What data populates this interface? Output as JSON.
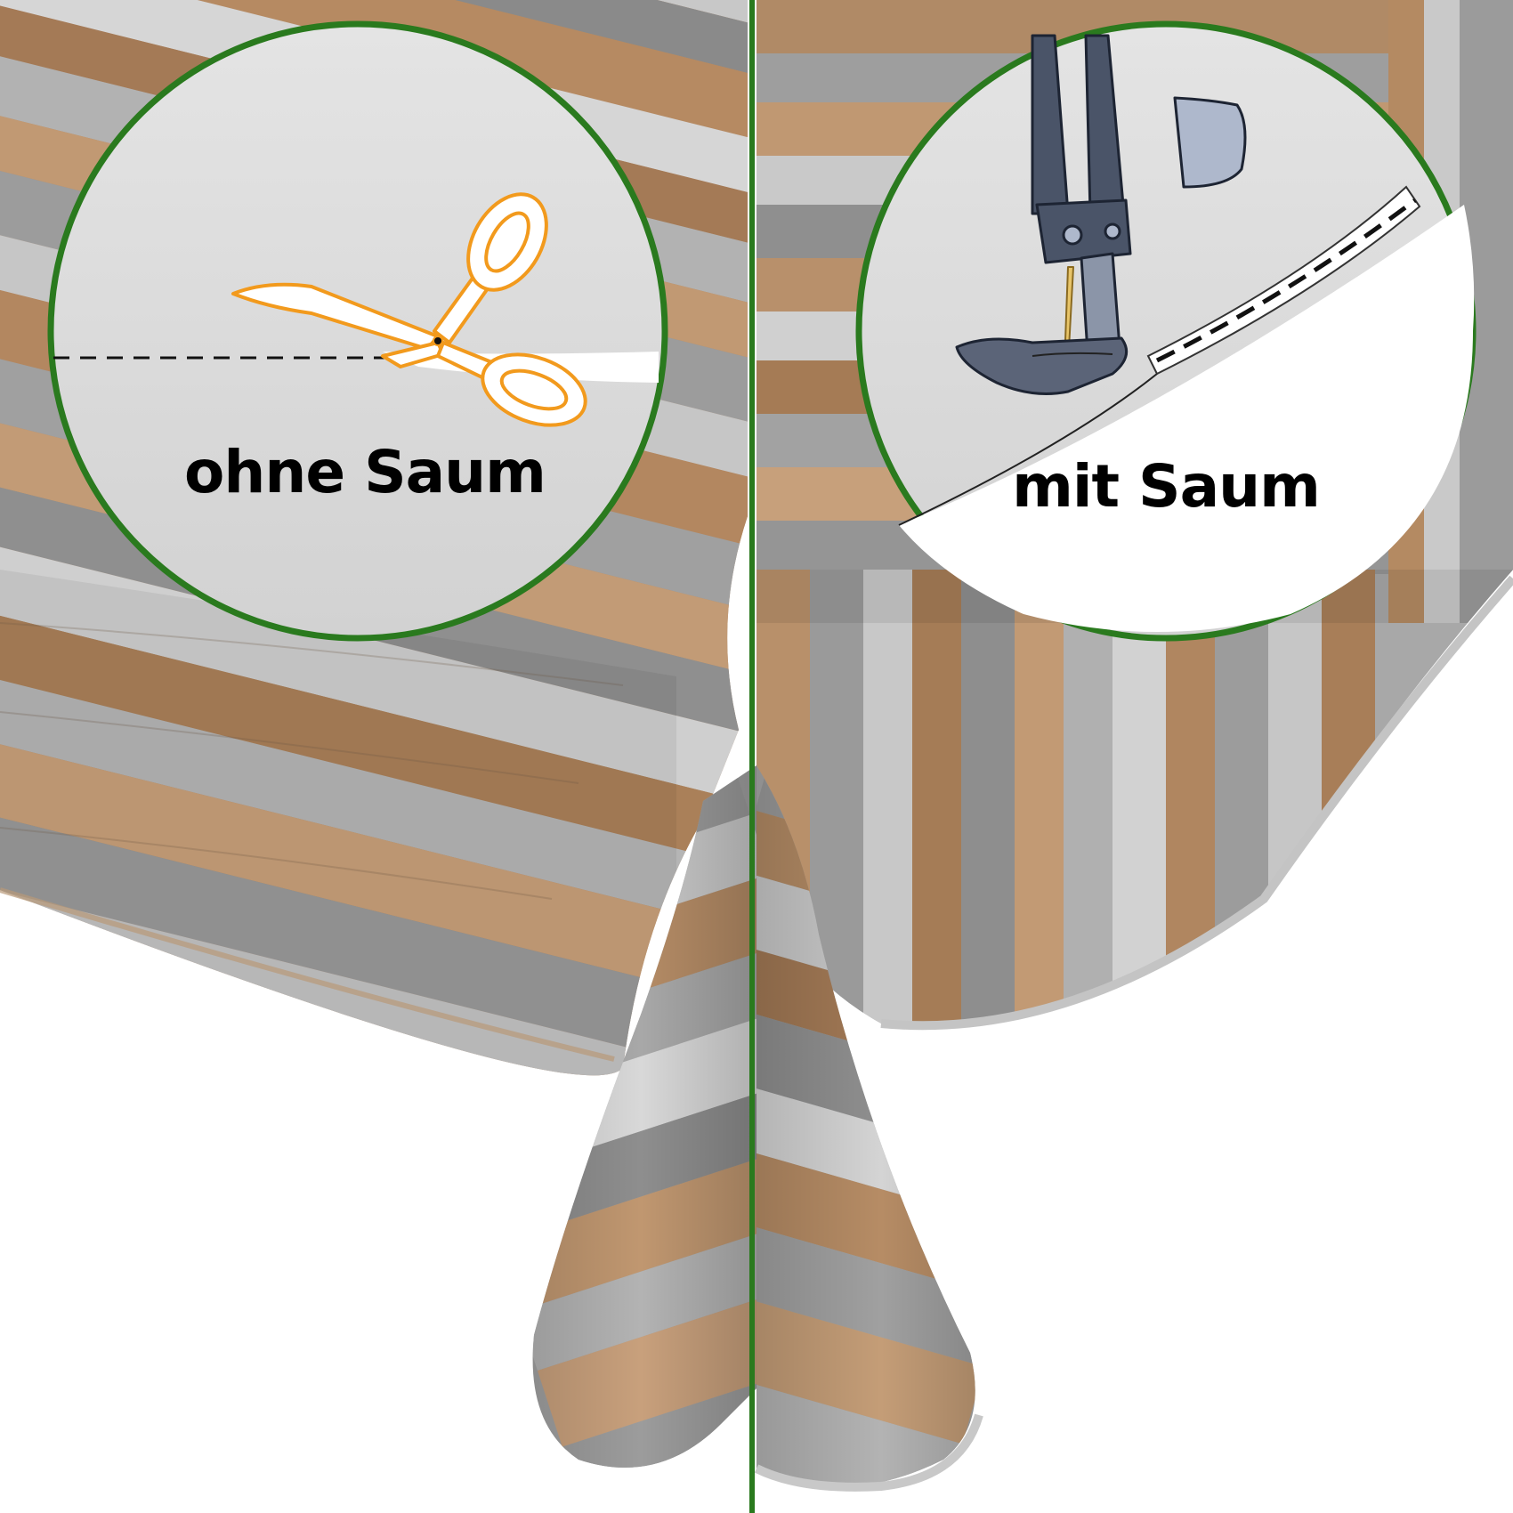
{
  "panels": [
    {
      "id": "left",
      "label": "ohne Saum",
      "icon": "scissors-icon"
    },
    {
      "id": "right",
      "label": "mit Saum",
      "icon": "sewing-machine-foot-icon"
    }
  ],
  "colors": {
    "divider": "#2a7a1e",
    "circle_border": "#2a7a1e",
    "circle_fill": "#d9d9d9",
    "scissors": "#f29a1d",
    "wood_brown": "#b48a64",
    "wood_gray": "#a9a9a9",
    "presser_foot": "#4a5468"
  }
}
